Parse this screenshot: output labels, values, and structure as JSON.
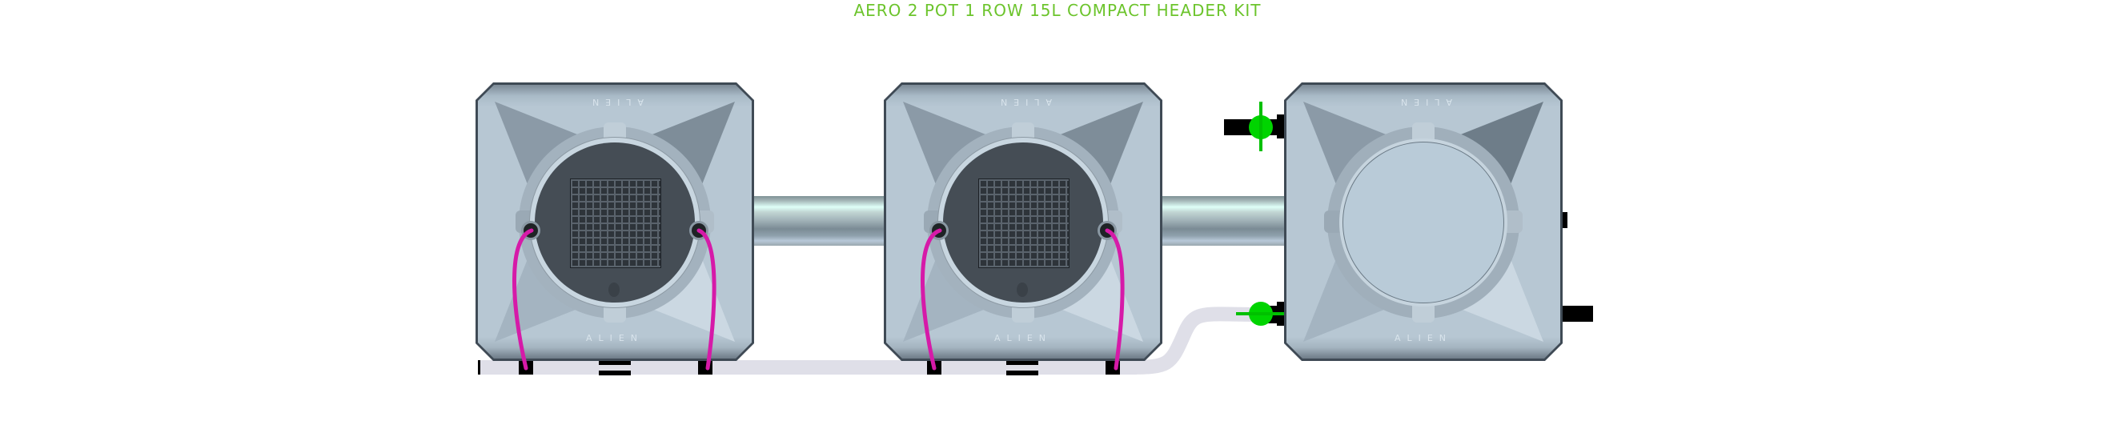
{
  "title": {
    "text": "AERO 2 POT 1 ROW 15L COMPACT HEADER KIT",
    "color": "#6cc42c"
  },
  "pots": [
    {
      "id": "pot-1",
      "type": "grow-pot",
      "brand_top": "ALIEN",
      "brand_bottom": "ALIEN",
      "netpot": true,
      "drip_lines": 2
    },
    {
      "id": "pot-2",
      "type": "grow-pot",
      "brand_top": "ALIEN",
      "brand_bottom": "ALIEN",
      "netpot": true,
      "drip_lines": 2
    },
    {
      "id": "pot-3",
      "type": "header-tank",
      "brand_top": "ALIEN",
      "brand_bottom": "ALIEN",
      "netpot": false,
      "lid": "closed"
    }
  ],
  "colors": {
    "drip_line": "#d61aa8",
    "valve": "#00d400",
    "pot_body": "#b6c6d2",
    "netpot": "#454d55",
    "return_tube": "#dfdfe8",
    "fitting": "#000000"
  },
  "valves": [
    {
      "id": "valve-top",
      "position": "header-tank-upper-left"
    },
    {
      "id": "valve-bottom",
      "position": "header-tank-lower-left"
    }
  ]
}
